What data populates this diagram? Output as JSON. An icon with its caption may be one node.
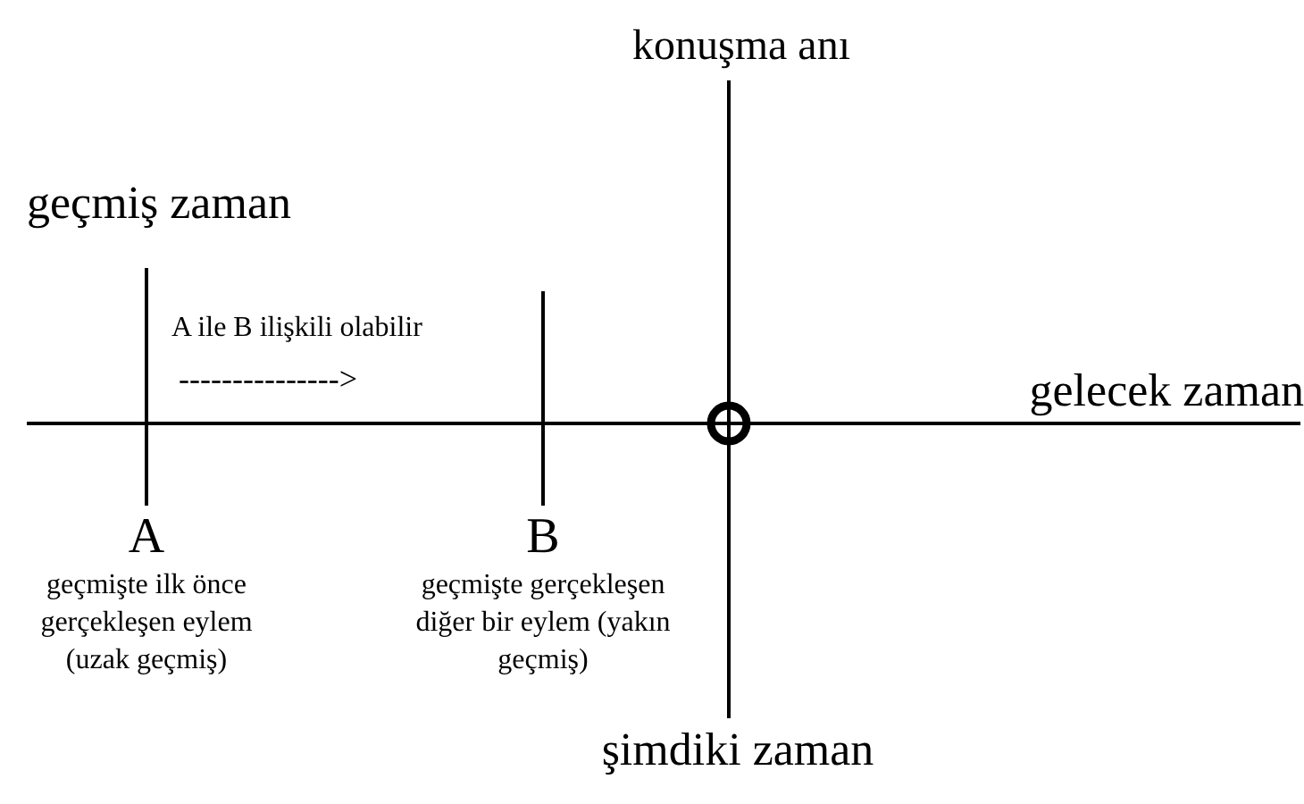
{
  "diagram": {
    "labels": [
      "konuşma anı",
      "geçmiş zaman",
      "A ile B ilişkili olabilir",
      "--------------->",
      "gelecek zaman",
      "A",
      "B",
      "geçmişte ilk önce gerçekleşen eylem (uzak geçmiş)",
      "geçmişte gerçekleşen diğer bir eylem (yakın geçmiş)",
      "şimdiki zaman"
    ]
  }
}
